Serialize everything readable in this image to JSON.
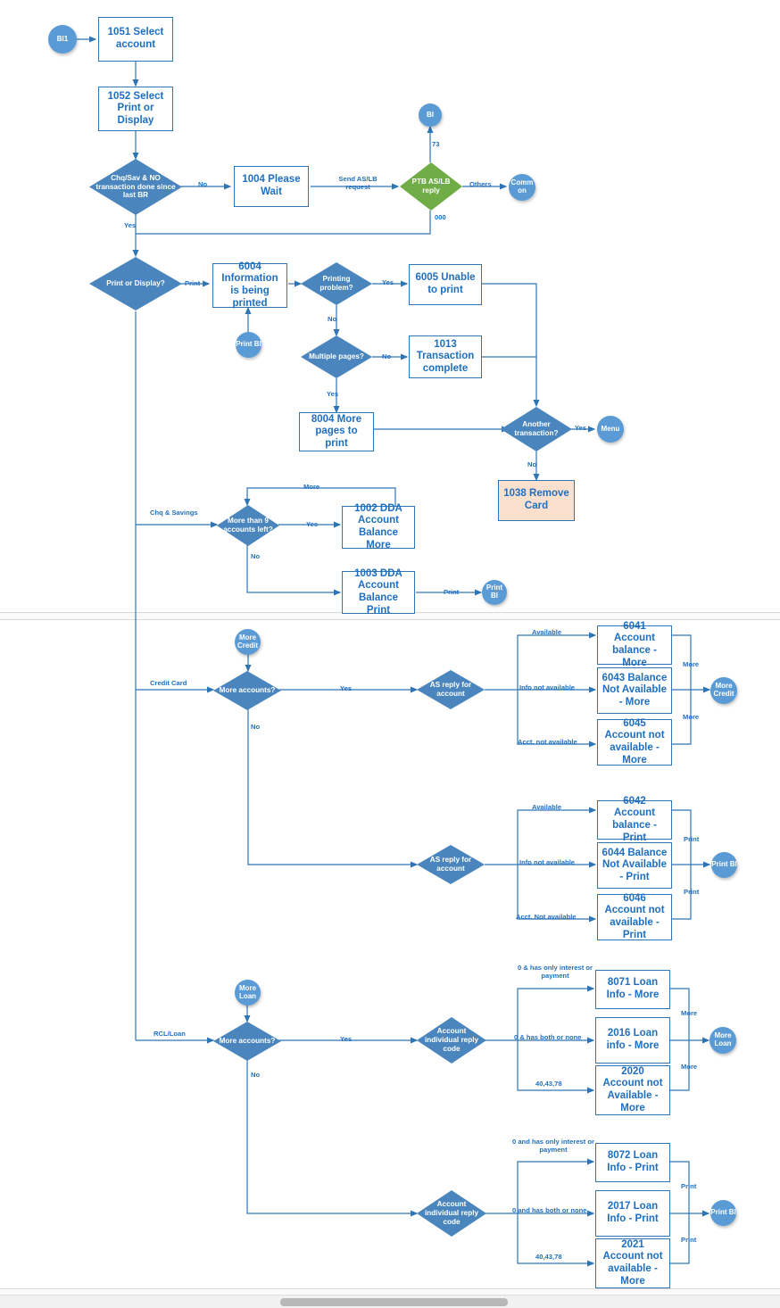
{
  "diagram": {
    "title": "ATM Account Balance / Print Flow",
    "colors": {
      "box_border": "#2E75B6",
      "box_text": "#1F6FC0",
      "diamond_fill": "#4A86BD",
      "diamond_green_fill": "#70AD47",
      "connector_fill": "#5B9BD5",
      "highlight_fill": "#FBE0CE",
      "wire": "#2E75B6"
    }
  },
  "nodes": {
    "bi1": "BI1",
    "n1051": "1051 Select account",
    "n1052": "1052 Select Print or Display",
    "d_chqsav": "Chq/Sav & NO transaction  done since last BR",
    "n1004": "1004 Please Wait",
    "d_ptb": "PTB AS/LB reply",
    "c_bi": "BI",
    "c_common": "Comm on",
    "d_printdisplay": "Print or Display?",
    "n6004": "6004 Information is being printed",
    "c_printbi_1": "Print BI",
    "d_printproblem": "Printing problem?",
    "n6005": "6005 Unable to print",
    "d_multipages": "Multiple pages?",
    "n1013": "1013 Transaction complete",
    "n8004": "8004 More pages to print",
    "d_another": "Another transaction?",
    "c_menu": "Menu",
    "n1038": "1038 Remove Card",
    "d_morethan9": "More than 9 accounts left?",
    "n1002": "1002 DDA Account Balance More",
    "n1003": "1003 DDA Account Balance Print",
    "c_printbi_2": "Print BI",
    "c_morecredit_in": "More Credit",
    "d_moreacct_cc": "More accounts?",
    "d_asreply_more": "AS reply for account",
    "n6041": "6041 Account balance - More",
    "n6043": "6043 Balance Not Available - More",
    "n6045": "6045 Account not available - More",
    "c_morecredit_out": "More Credit",
    "d_asreply_print": "AS reply for account",
    "n6042": "6042 Account balance - Print",
    "n6044": "6044 Balance Not Available - Print",
    "n6046": "6046 Account not available - Print",
    "c_printbi_3": "Print BI",
    "c_moreloan_in": "More Loan",
    "d_moreacct_loan": "More accounts?",
    "d_acctcode_more": "Account individual reply code",
    "n8071": "8071 Loan Info - More",
    "n2016": "2016 Loan info - More",
    "n2020": "2020 Account not Available - More",
    "c_moreloan_out": "More Loan",
    "d_acctcode_print": "Account individual reply code",
    "n8072": "8072 Loan Info - Print",
    "n2017": "2017 Loan Info - Print",
    "n2021": "2021 Account not available - More",
    "c_printbi_4": "Print BI"
  },
  "edges": {
    "no_1": "No",
    "yes_1": "Yes",
    "send_aslb": "Send AS/LB request",
    "code_73": "73",
    "code_000": "000",
    "others": "Others",
    "print_1": "Print",
    "yes_printproblem": "Yes",
    "no_printproblem": "No",
    "no_multipages": "No",
    "yes_multipages": "Yes",
    "yes_another": "Yes",
    "no_another": "No",
    "chq_savings": "Chq & Savings",
    "more_loop": "More",
    "yes_more9": "Yes",
    "no_more9": "No",
    "print_1003": "Print",
    "credit_card": "Credit Card",
    "yes_cc": "Yes",
    "no_cc": "No",
    "available_1": "Available",
    "info_na_1": "Info not available",
    "acct_na_1": "Acct. not available",
    "more_ret_1": "More",
    "more_ret_2": "More",
    "available_2": "Available",
    "info_na_2": "Info not available",
    "acct_na_2": "Acct. Not available",
    "print_ret_1": "Print",
    "print_ret_2": "Print",
    "rcl_loan": "RCL/Loan",
    "yes_loan": "Yes",
    "no_loan": "No",
    "code_zero_interest_more": "0 & has only interest or payment",
    "code_zero_both_more": "0 & has both or none",
    "code_404378_more": "40,43,78",
    "more_ret_3": "More",
    "more_ret_4": "More",
    "code_zero_interest_print": "0 and has only interest or payment",
    "code_zero_both_print": "0 and has both or none",
    "code_404378_print": "40,43,78",
    "print_ret_3": "Print",
    "print_ret_4": "Print"
  }
}
